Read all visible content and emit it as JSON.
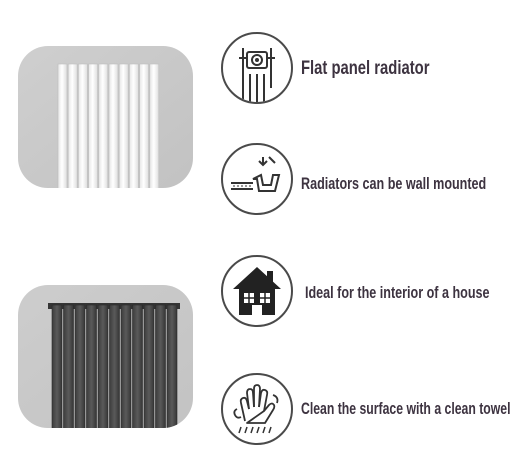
{
  "images": [
    {
      "subject": "white flat panel radiator"
    },
    {
      "subject": "anthracite flat panel radiator"
    }
  ],
  "features": [
    {
      "label": "Flat panel radiator",
      "icon": "flat-panel-radiator-icon"
    },
    {
      "label": "Radiators can be wall mounted",
      "icon": "wall-mount-bracket-icon"
    },
    {
      "label": "Ideal for the interior of a house",
      "icon": "house-icon"
    },
    {
      "label": "Clean the surface with a clean towel",
      "icon": "cleaning-glove-icon"
    }
  ],
  "colors": {
    "text": "#3d3340",
    "icon_stroke": "#4a4a4a",
    "photo_background": "#c9c9c9",
    "radiator_white": "#f4f4f4",
    "radiator_dark": "#4b4b4b"
  }
}
